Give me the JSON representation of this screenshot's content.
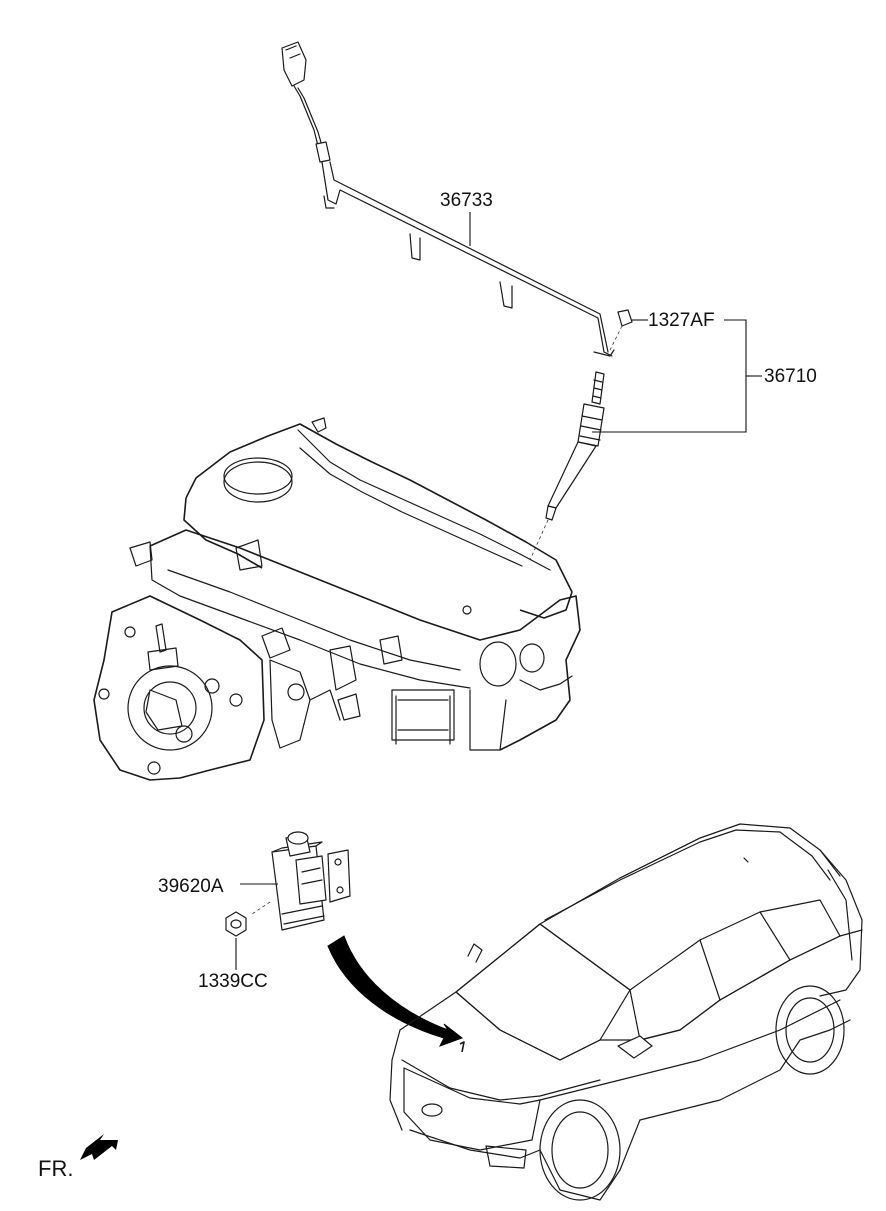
{
  "parts": {
    "harness": "36733",
    "bolt": "1327AF",
    "glow_plug_assy": "36710",
    "controller": "39620A",
    "nut": "1339CC"
  },
  "front_indicator": "FR."
}
